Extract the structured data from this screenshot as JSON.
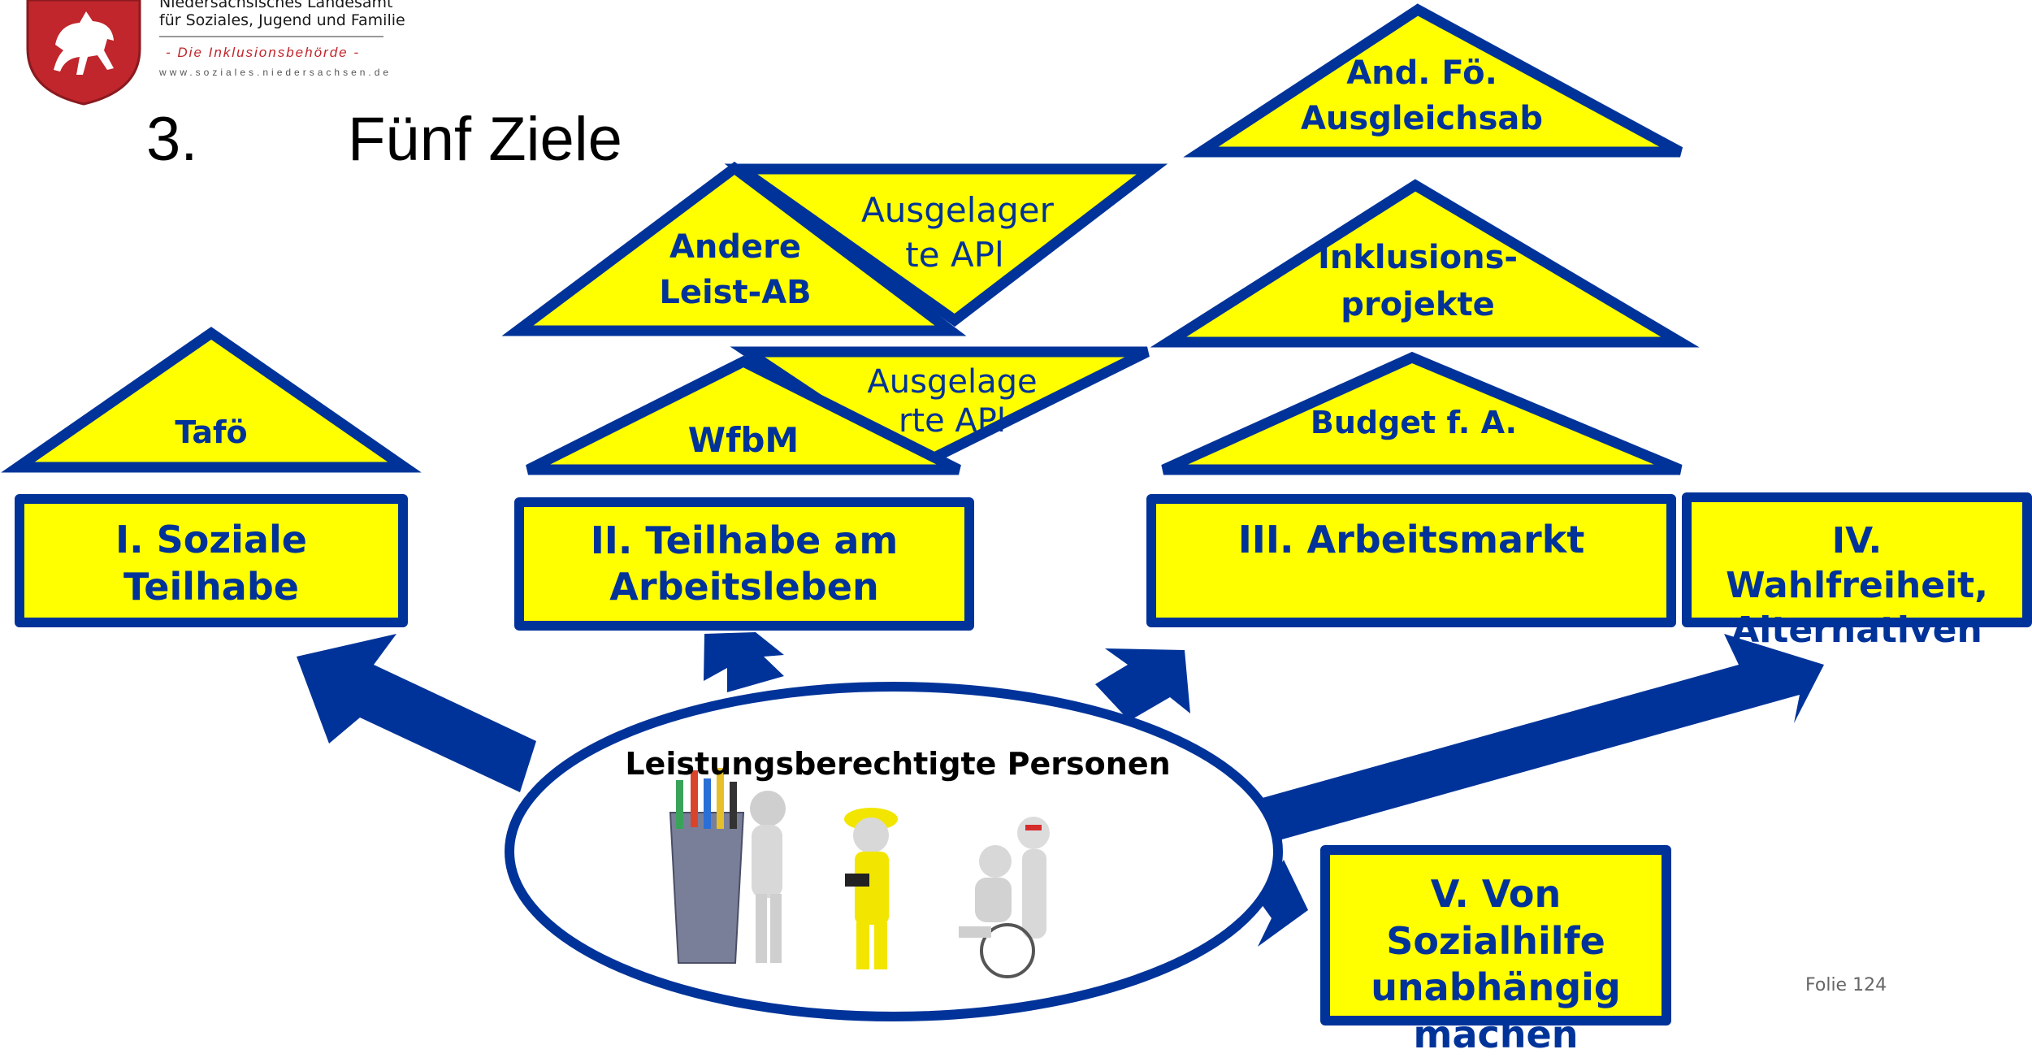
{
  "header": {
    "line1": "Niedersächsisches Landesamt",
    "line2": "für Soziales, Jugend und Familie",
    "tagline": "- Die Inklusionsbehörde -",
    "url": "www.soziales.niedersachsen.de"
  },
  "title": {
    "number": "3.",
    "text": "Fünf  Ziele"
  },
  "goals": {
    "g1": "I. Soziale Teilhabe",
    "g2": "II. Teilhabe am Arbeitsleben",
    "g3": "III. Arbeitsmarkt",
    "g4": "IV. Wahlfreiheit, Alternativen",
    "g5": "V. Von Sozialhilfe unabhängig machen"
  },
  "triangles": {
    "tafo": "Tafö",
    "wfbm": "WfbM",
    "ausgelagerte_api_1": "Ausgelage rte APl",
    "andere_leist": "Andere Leist-AB",
    "ausgelagerte_api_2": "Ausgelager te APl",
    "budget": "Budget f. A.",
    "inklusionsprojekte": "Inklusions- projekte",
    "and_fo": "And. Fö. Ausgleichsab"
  },
  "center": {
    "label": "Leistungsberechtigte Personen"
  },
  "footer": {
    "slide_label": "Folie  124"
  },
  "colors": {
    "fill": "#ffff00",
    "stroke": "#003399",
    "logo_red": "#c0262c"
  }
}
